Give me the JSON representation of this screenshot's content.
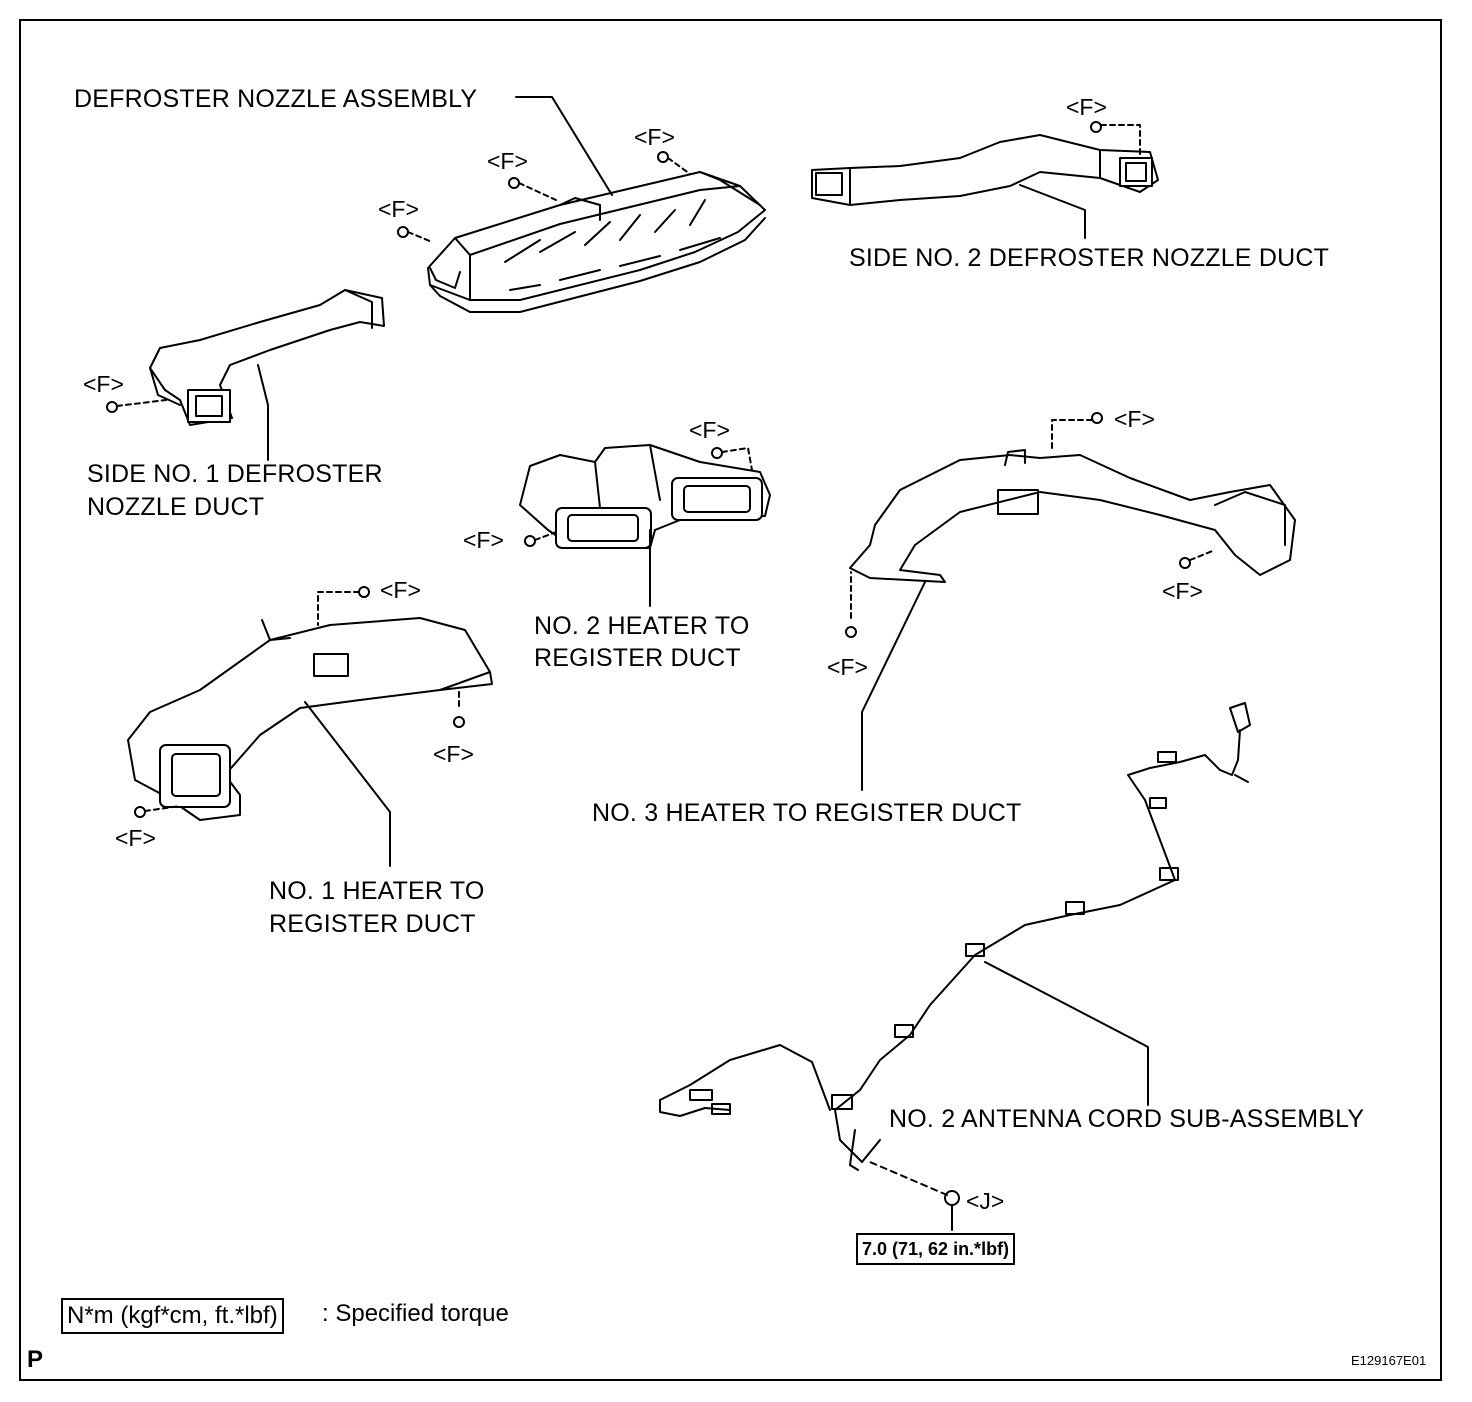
{
  "parts": {
    "defroster_nozzle": "DEFROSTER NOZZLE ASSEMBLY",
    "side_no2_duct": "SIDE NO. 2 DEFROSTER NOZZLE DUCT",
    "side_no1_duct_l1": "SIDE NO. 1 DEFROSTER",
    "side_no1_duct_l2": "NOZZLE DUCT",
    "no2_heater_l1": "NO. 2 HEATER TO",
    "no2_heater_l2": "REGISTER DUCT",
    "no1_heater_l1": "NO. 1 HEATER TO",
    "no1_heater_l2": "REGISTER DUCT",
    "no3_heater": "NO. 3 HEATER TO REGISTER DUCT",
    "antenna_cord": "NO. 2 ANTENNA CORD SUB-ASSEMBLY"
  },
  "fasteners": {
    "f": "<F>",
    "j": "<J>"
  },
  "torque_value": "7.0 (71, 62 in.*lbf)",
  "legend": {
    "unit_box": "N*m (kgf*cm, ft.*lbf)",
    "description": ": Specified torque"
  },
  "corner_letter": "P",
  "figure_code": "E129167E01"
}
